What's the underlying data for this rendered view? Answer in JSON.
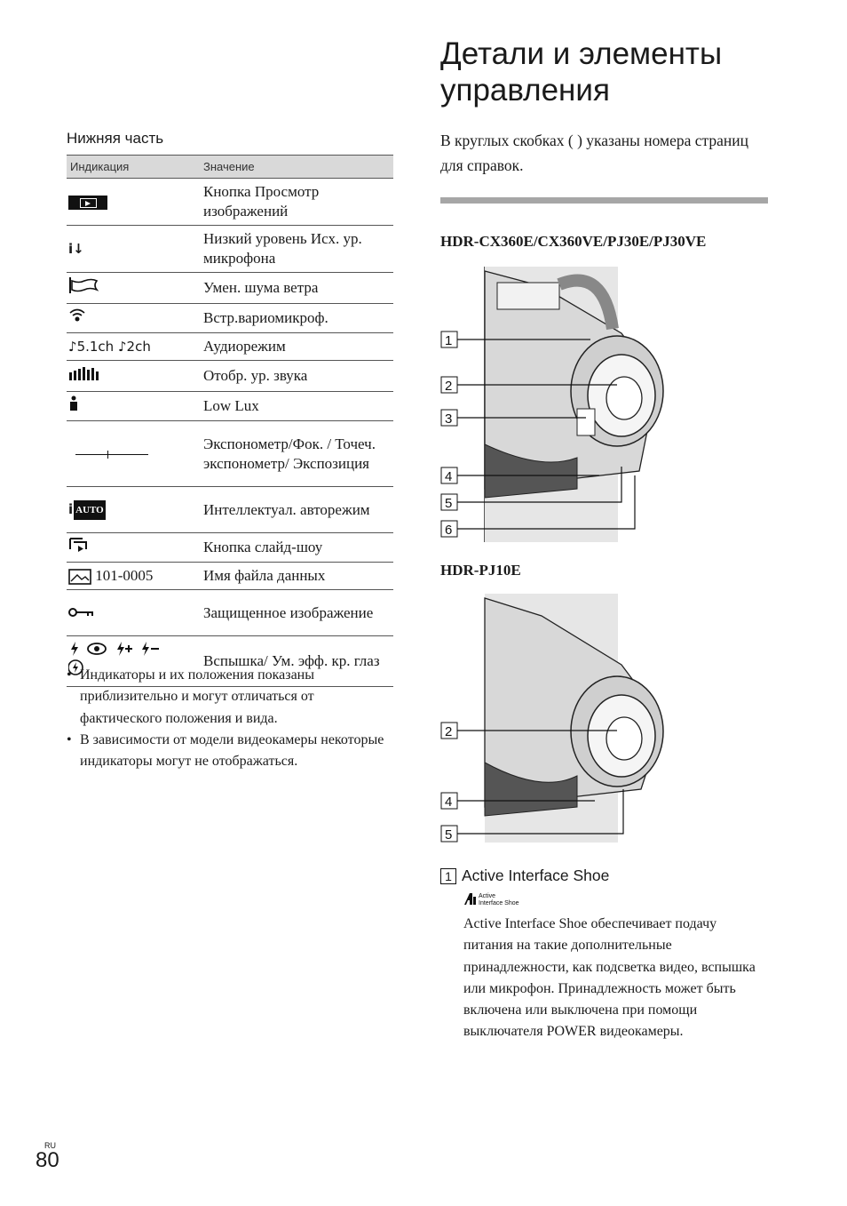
{
  "page": {
    "title": "Детали и элементы управления",
    "intro": "В круглых скобках ( ) указаны номера страниц для справок.",
    "lang": "RU",
    "number": "80"
  },
  "table": {
    "title": "Нижняя часть",
    "headers": [
      "Индикация",
      "Значение"
    ],
    "rows": [
      {
        "icon": "playback-button-icon",
        "indicator": "",
        "meaning": "Кнопка Просмотр изображений"
      },
      {
        "icon": "low-mic-level-icon",
        "indicator": "",
        "meaning": "Низкий уровень Исх. ур. микрофона"
      },
      {
        "icon": "wind-noise-icon",
        "indicator": "",
        "meaning": "Умен. шума ветра"
      },
      {
        "icon": "zoom-mic-icon",
        "indicator": "",
        "meaning": "Встр.вариомикроф."
      },
      {
        "icon": "audio-mode-icon",
        "indicator": "♪5.1ch ♪2ch",
        "meaning": "Аудиорежим"
      },
      {
        "icon": "audio-level-icon",
        "indicator": "",
        "meaning": "Отобр. ур. звука"
      },
      {
        "icon": "low-lux-icon",
        "indicator": "",
        "meaning": "Low Lux"
      },
      {
        "icon": "exposure-meter-icon",
        "indicator": "",
        "meaning": "Экспонометр/Фок. / Точеч. экспонометр/ Экспозиция"
      },
      {
        "icon": "intelligent-auto-icon",
        "indicator": "AUTO",
        "meaning": "Интеллектуал. авторежим"
      },
      {
        "icon": "slideshow-icon",
        "indicator": "",
        "meaning": "Кнопка слайд-шоу"
      },
      {
        "icon": "file-name-icon",
        "indicator": "101-0005",
        "meaning": "Имя файла данных"
      },
      {
        "icon": "protect-key-icon",
        "indicator": "",
        "meaning": "Защищенное изображение"
      },
      {
        "icon": "flash-icon",
        "indicator": "",
        "meaning": "Вспышка/ Ум. эфф. кр. глаз"
      }
    ]
  },
  "notes": [
    "Индикаторы и их положения показаны приблизительно и могут отличаться от фактического положения и вида.",
    "В зависимости от модели видеокамеры некоторые индикаторы могут не отображаться."
  ],
  "models": {
    "first": "HDR-CX360E/CX360VE/PJ30E/PJ30VE",
    "second": "HDR-PJ10E"
  },
  "figures": {
    "fig1_labels": [
      "1",
      "2",
      "3",
      "4",
      "5",
      "6"
    ],
    "fig2_labels": [
      "2",
      "4",
      "5"
    ]
  },
  "item1": {
    "number": "1",
    "title": "Active Interface Shoe",
    "logo_text": "Active Interface Shoe",
    "body": "Active Interface Shoe обеспечивает подачу питания на такие дополнительные принадлежности, как подсветка видео, вспышка или микрофон. Принадлежность может быть включена или выключена при помощи выключателя POWER видеокамеры."
  }
}
